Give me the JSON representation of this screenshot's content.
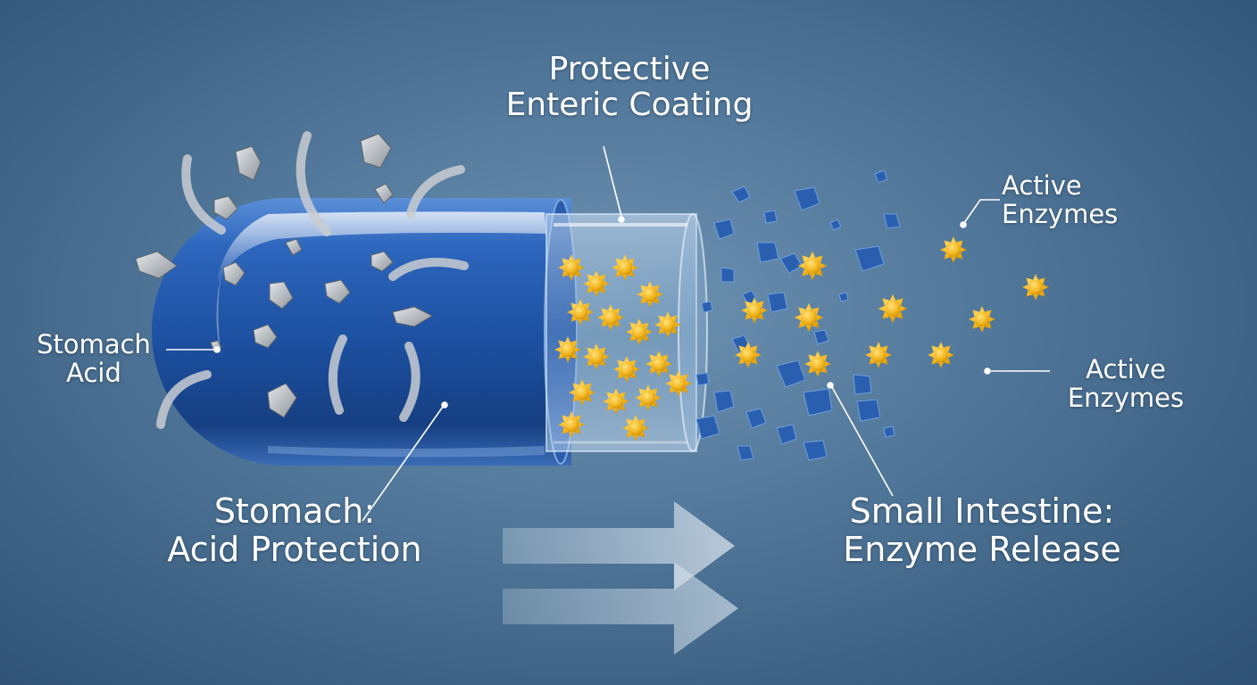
{
  "labels": {
    "protective_coating": {
      "line1": "Protective",
      "line2": "Enteric Coating"
    },
    "stomach_acid": {
      "line1": "Stomach",
      "line2": "Acid"
    },
    "active_enzymes_top": {
      "line1": "Active",
      "line2": "Enzymes"
    },
    "active_enzymes_right": {
      "line1": "Active",
      "line2": "Enzymes"
    },
    "stomach_phase": {
      "line1": "Stomach:",
      "line2": "Acid Protection"
    },
    "intestine_phase": {
      "line1": "Small Intestine:",
      "line2": "Enzyme Release"
    }
  },
  "colors": {
    "background": "#4f7698",
    "capsule_blue": "#1f54a8",
    "capsule_highlight": "#7fb0ee",
    "enzyme_yellow": "#f2b51e",
    "fragment_blue": "#2a5fb0",
    "acid_gray": "#b7bcc2",
    "arrow": "#c9d6e2"
  },
  "icons": [
    "capsule-icon",
    "enzyme-particle-icon",
    "acid-swirl-icon",
    "coating-fragment-icon",
    "flow-arrow-icon"
  ]
}
